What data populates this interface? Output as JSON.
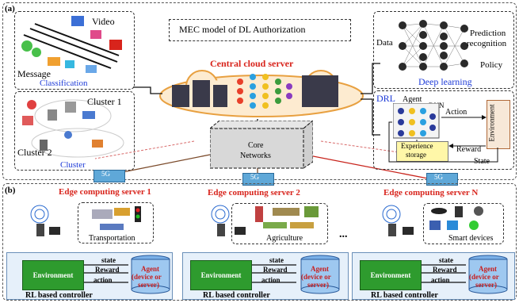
{
  "panel_a": {
    "tag": "(a)",
    "title": "MEC model of DL Authorization",
    "classification": {
      "video": "Video",
      "message": "Message",
      "label": "Classification"
    },
    "cluster": {
      "cluster1": "Cluster 1",
      "cluster2": "Cluster 2",
      "label": "Cluster"
    },
    "central_cloud": "Central cloud server",
    "core": {
      "line1": "Core",
      "line2": "Networks"
    },
    "deep_learning": {
      "data": "Data",
      "prediction": "Prediction",
      "recognition": "recognition",
      "policy": "Policy",
      "label": "Deep learning"
    },
    "drl": {
      "label": "DRL",
      "agent": "Agent",
      "dnn": "DNN",
      "action": "Action",
      "environment": "Environment",
      "experience": "Experience",
      "storage": "storage",
      "reward": "Reward",
      "state": "State"
    }
  },
  "panel_b": {
    "tag": "(b)",
    "servers": [
      {
        "title": "Edge computing server 1",
        "domain": "Transportation"
      },
      {
        "title": "Edge computing server 2",
        "domain": "Agriculture"
      },
      {
        "title": "Edge computing server N",
        "domain": "Smart devices"
      }
    ],
    "ellipsis": "...",
    "controller": {
      "environment": "Environment",
      "state": "state",
      "reward": "Reward",
      "action": "action",
      "agent1": "Agent",
      "agent2": "(device or",
      "agent3": "server)",
      "label": "RL based controller"
    },
    "station": "5G"
  },
  "colors": {
    "blue": "#1f3cd8",
    "red": "#d8241c",
    "green": "#2e9b2e",
    "cyan": "#33b4e6"
  }
}
